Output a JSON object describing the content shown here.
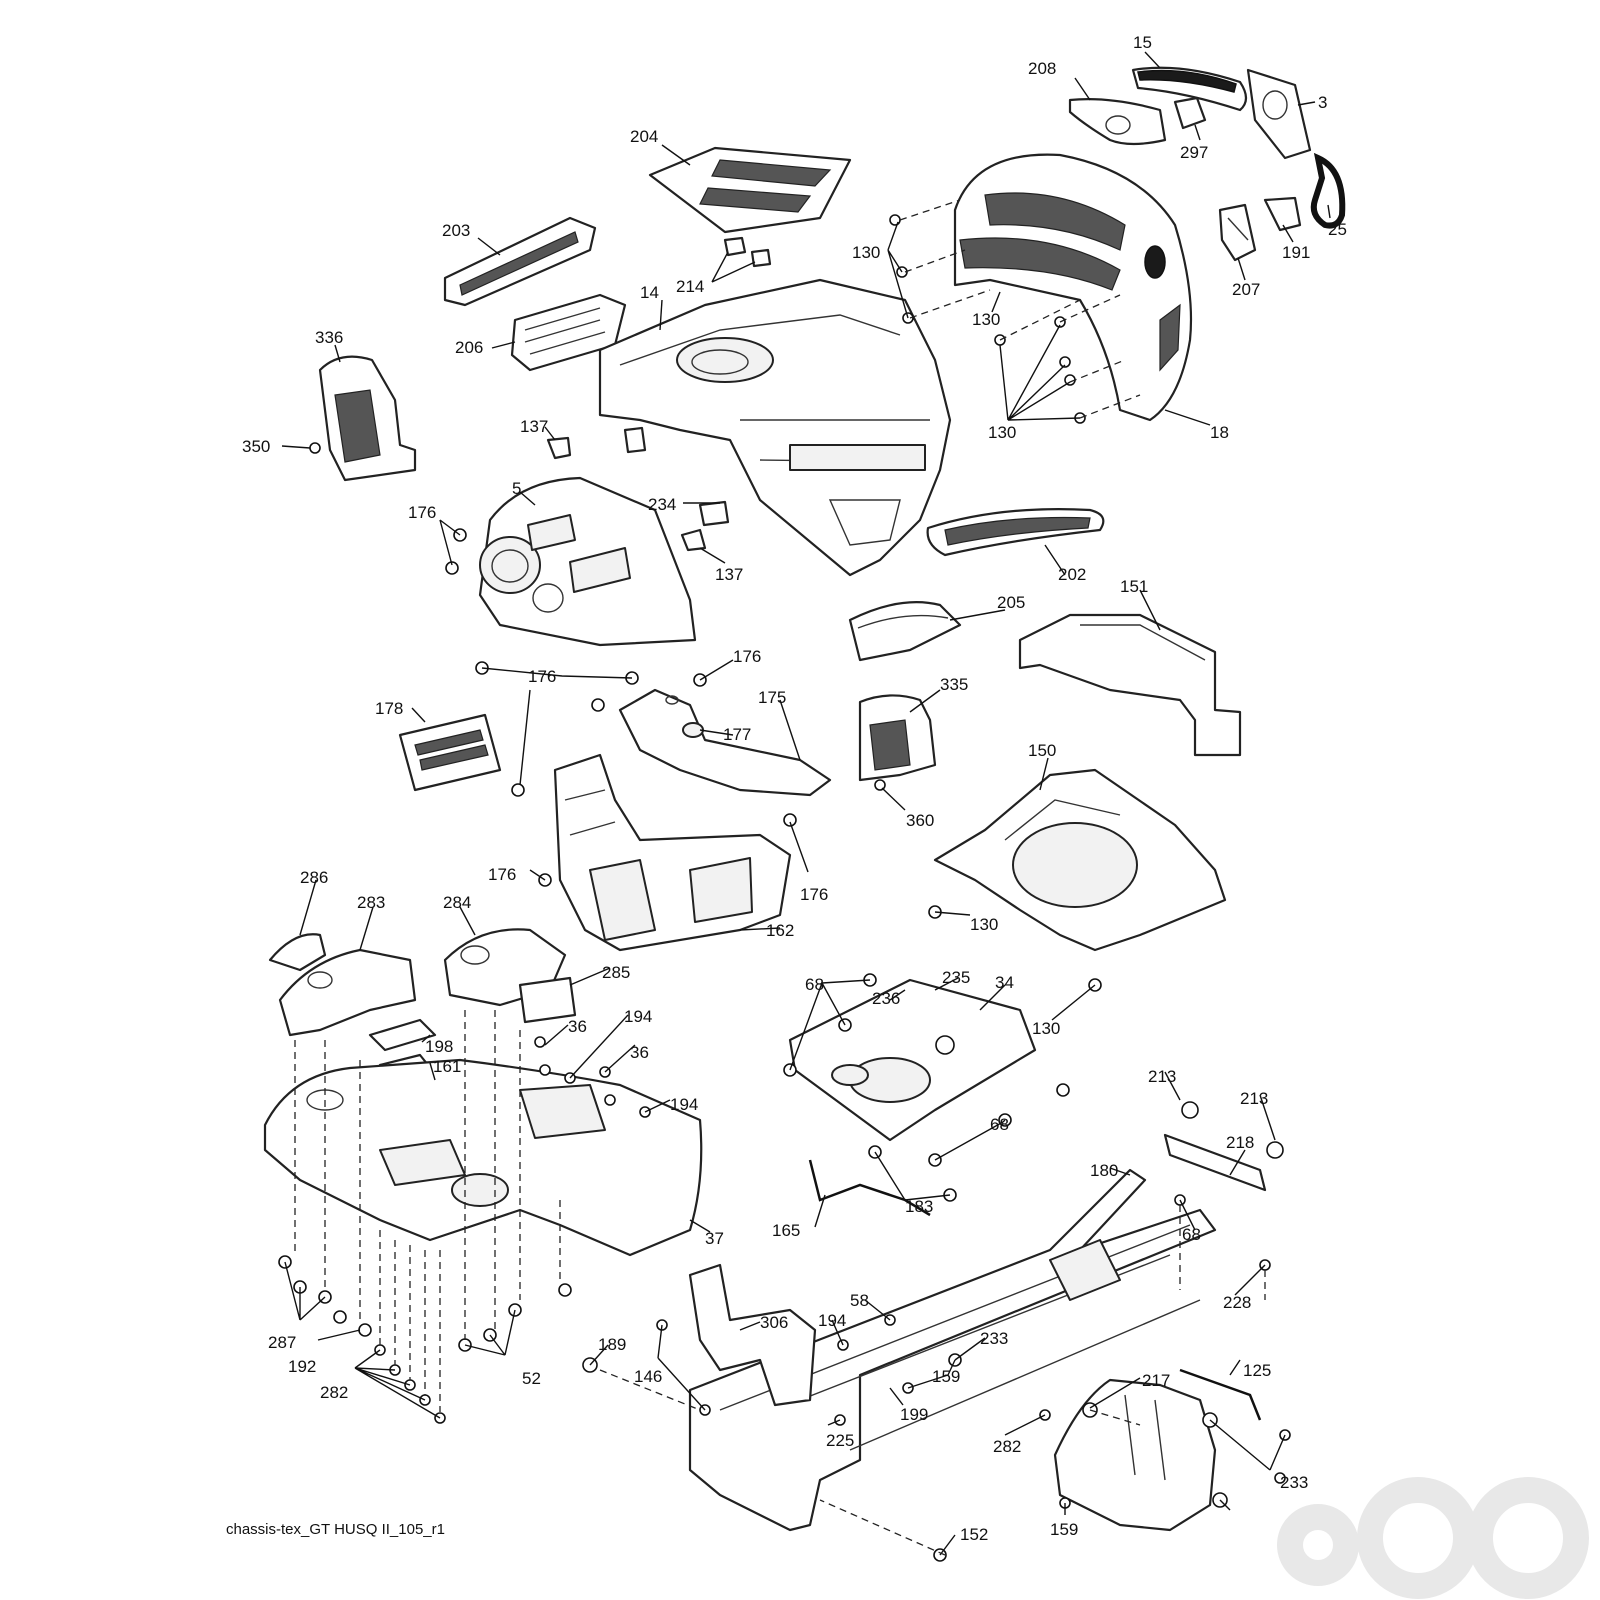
{
  "caption": "chassis-tex_GT HUSQ II_105_r1",
  "callouts": [
    "15",
    "208",
    "3",
    "297",
    "204",
    "25",
    "191",
    "207",
    "203",
    "130",
    "214",
    "14",
    "130",
    "206",
    "336",
    "130",
    "18",
    "350",
    "137",
    "5",
    "234",
    "176",
    "137",
    "202",
    "205",
    "151",
    "176",
    "176",
    "178",
    "175",
    "177",
    "335",
    "150",
    "360",
    "176",
    "176",
    "162",
    "130",
    "286",
    "283",
    "284",
    "285",
    "68",
    "235",
    "236",
    "34",
    "130",
    "194",
    "36",
    "198",
    "36",
    "161",
    "194",
    "213",
    "213",
    "218",
    "180",
    "37",
    "183",
    "165",
    "68",
    "68",
    "228",
    "58",
    "306",
    "194",
    "233",
    "189",
    "146",
    "159",
    "217",
    "125",
    "199",
    "225",
    "282",
    "287",
    "192",
    "282",
    "52",
    "233",
    "152",
    "159"
  ]
}
